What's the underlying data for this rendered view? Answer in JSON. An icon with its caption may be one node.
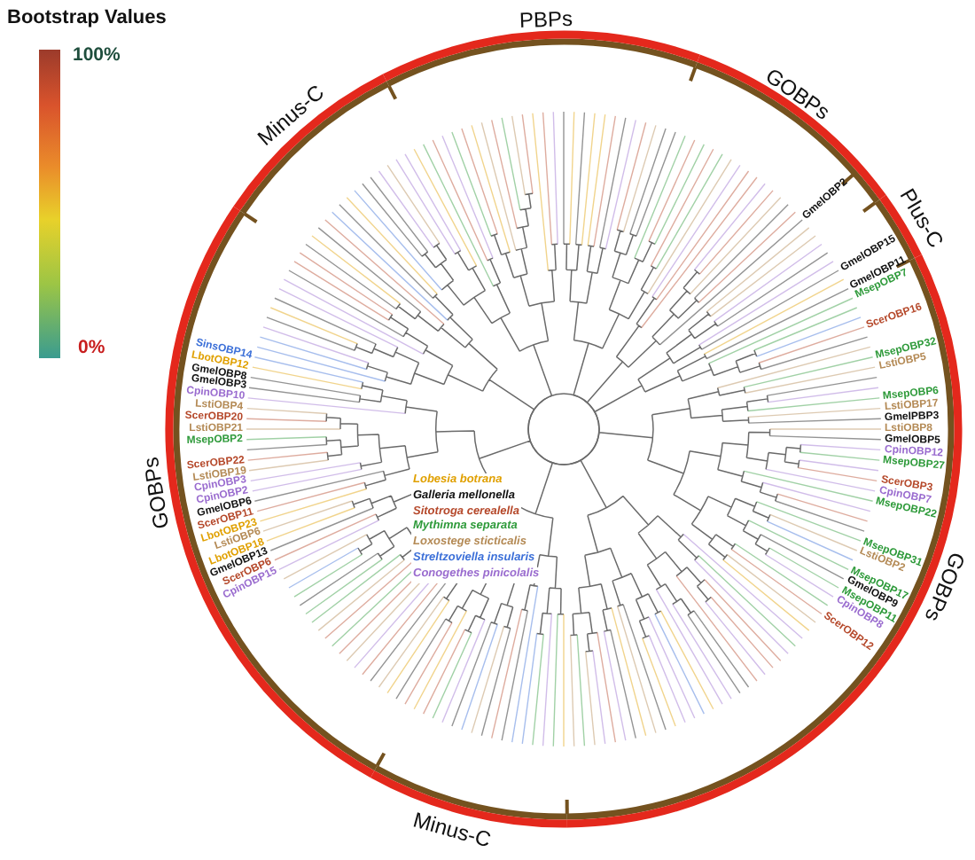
{
  "diagram": {
    "labels": [
      "Bootstrap Values",
      "100%",
      "0%",
      "PBPs",
      "GOBPs",
      "Plus-C",
      "GOBPs",
      "Minus-C",
      "GOBPs",
      "Minus-C",
      "GmelOBP2",
      "GmelOBP15",
      "GmelOBP11",
      "MsepOBP7",
      "ScerOBP16",
      "MsepOBP32",
      "LstiOBP5",
      "MsepOBP6",
      "LstiOBP17",
      "GmelPBP3",
      "LstiOBP8",
      "GmelOBP5",
      "CpinOBP12",
      "MsepOBP27",
      "ScerOBP3",
      "CpinOBP7",
      "MsepOBP22",
      "MsepOBP31",
      "LstiOBP2",
      "MsepOBP17",
      "GmelOBP9",
      "MsepOBP11",
      "CpinOBP8",
      "ScerOBP12",
      "CpinOBP15",
      "ScerOBP6",
      "GmelOBP13",
      "LbotOBP18",
      "LstiOBP6",
      "LbotOBP23",
      "ScerOBP11",
      "GmelOBP6",
      "CpinOBP2",
      "CpinOBP3",
      "LstiOBP19",
      "ScerOBP22",
      "MsepOBP2",
      "LstiOBP21",
      "ScerOBP20",
      "LstiOBP4",
      "CpinOBP10",
      "GmelOBP3",
      "GmelOBP8",
      "LbotOBP12",
      "SinsOBP14"
    ],
    "legend": [
      {
        "text": "Lobesia botrana",
        "color": "#e0a000"
      },
      {
        "text": "Galleria mellonella",
        "color": "#111111"
      },
      {
        "text": "Sitotroga cerealella",
        "color": "#b5482a"
      },
      {
        "text": "Mythimna separata",
        "color": "#2e9a3a"
      },
      {
        "text": "Loxostege sticticalis",
        "color": "#b48a55"
      },
      {
        "text": "Streltzoviella insularis",
        "color": "#3b6fd8"
      },
      {
        "text": "Conogethes pinicolalis",
        "color": "#9a6ccf"
      }
    ]
  }
}
